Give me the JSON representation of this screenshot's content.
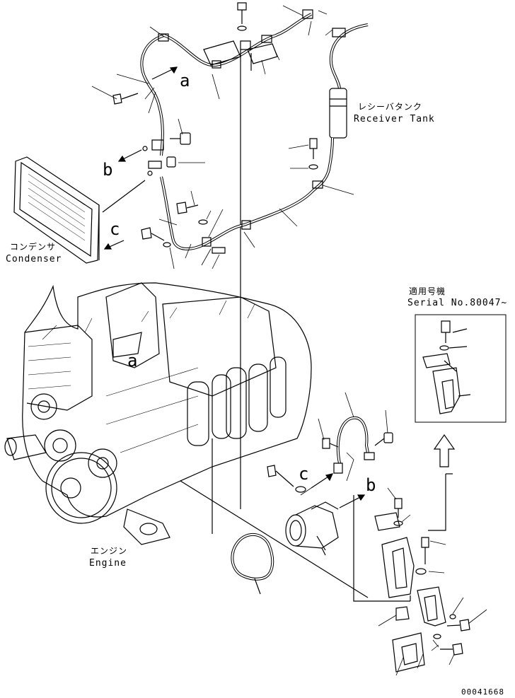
{
  "labels": {
    "receiver_jp": "レシーバタンク",
    "receiver_en": "Receiver Tank",
    "condenser_jp": "コンデンサ",
    "condenser_en": "Condenser",
    "engine_jp": "エンジン",
    "engine_en": "Engine",
    "serial_jp": "適用号機",
    "serial_en": "Serial No.80047~",
    "doc_number": "00041668"
  },
  "callouts": {
    "a_top": "a",
    "a_engine": "a",
    "b_left": "b",
    "b_right": "b",
    "c_left": "c",
    "c_right": "c"
  }
}
